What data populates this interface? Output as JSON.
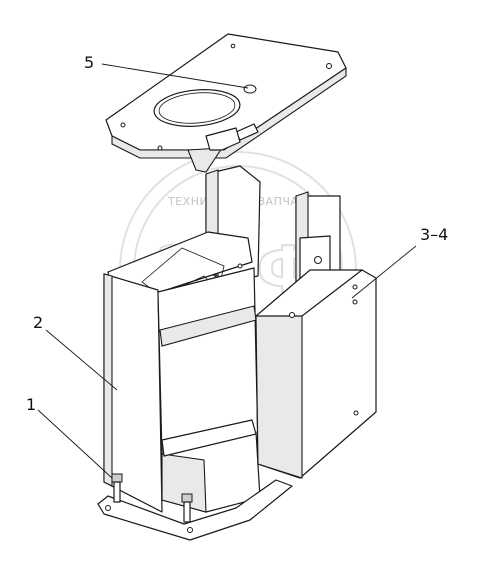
{
  "callouts": {
    "part_5": "5",
    "part_3_4": "3–4",
    "part_2": "2",
    "part_1": "1"
  },
  "watermark": {
    "text_left": "ТЕХНИКА",
    "text_right": "ЗАПЧАСТИ",
    "logo_letters": "ЭЛФ"
  },
  "colors": {
    "line": "#1a1a1a",
    "shade": "#e9e9e9",
    "watermark": "#c8c8c8"
  }
}
